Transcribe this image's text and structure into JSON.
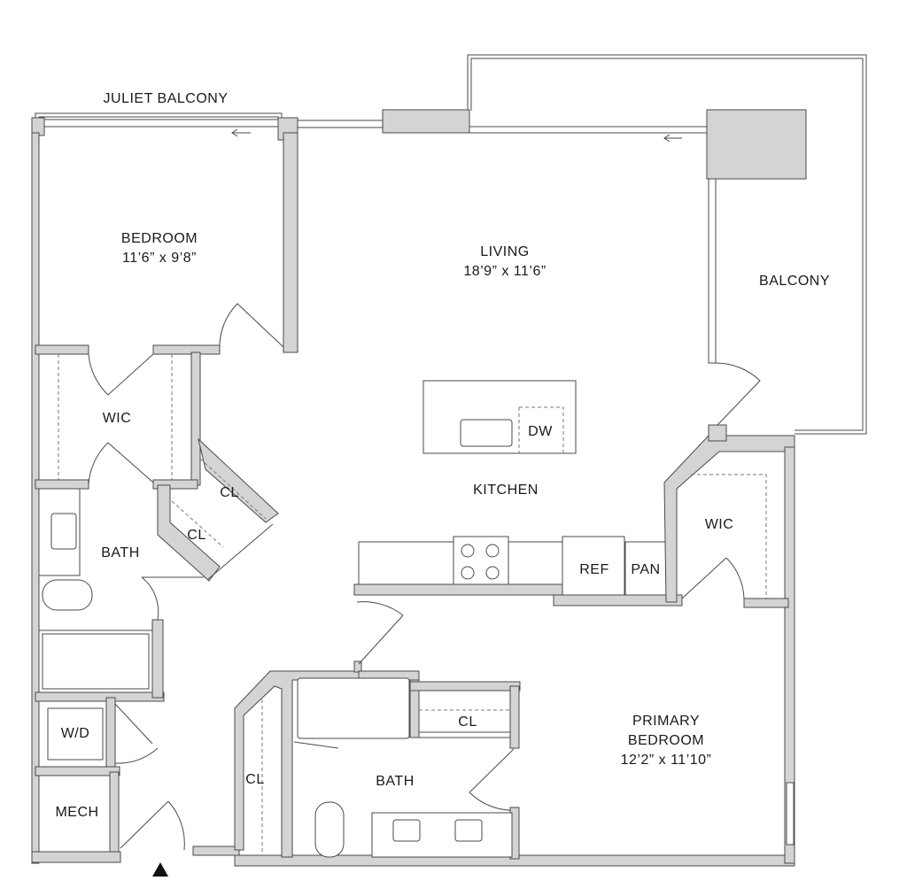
{
  "rooms": {
    "juliet_balcony": "JULIET BALCONY",
    "bedroom": {
      "name": "BEDROOM",
      "size": "11’6” x 9’8”"
    },
    "living": {
      "name": "LIVING",
      "size": "18’9” x 11’6”"
    },
    "balcony": "BALCONY",
    "wic_left": "WIC",
    "dw": "DW",
    "kitchen": "KITCHEN",
    "cl_upper": "CL",
    "cl_lower": "CL",
    "bath_left": "BATH",
    "wic_right": "WIC",
    "ref": "REF",
    "pan": "PAN",
    "wd": "W/D",
    "cl_primary": "CL",
    "primary": {
      "name": "PRIMARY",
      "name2": "BEDROOM",
      "size": "12’2” x 11’10”"
    },
    "cl_hall": "CL",
    "bath_primary": "BATH",
    "mech": "MECH"
  },
  "colors": {
    "wall": "#d4d4d4",
    "line": "#4a4a4a"
  }
}
